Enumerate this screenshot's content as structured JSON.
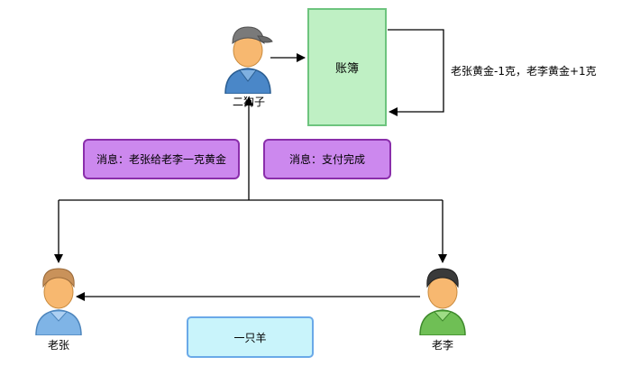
{
  "actors": {
    "center": {
      "label": "二狗子",
      "icon": "person-gray-cap-icon",
      "shirt": "#4a87c8"
    },
    "left": {
      "label": "老张",
      "icon": "person-blue-shirt-icon",
      "shirt": "#7fb4e6"
    },
    "right": {
      "label": "老李",
      "icon": "person-green-shirt-icon",
      "shirt": "#6fbf55"
    }
  },
  "ledger": {
    "label": "账簿",
    "fill": "#bff0c4",
    "border": "#6dc47e"
  },
  "ledger_update": "老张黄金-1克，老李黄金+1克",
  "messages": [
    {
      "label": "消息：老张给老李一克黄金"
    },
    {
      "label": "消息：支付完成"
    }
  ],
  "transfer_item": {
    "label": "一只羊"
  },
  "colors": {
    "message_fill": "#cc88ee",
    "message_border": "#8a2eab",
    "item_fill": "#c9f4fb",
    "item_border": "#6aa9e8"
  }
}
